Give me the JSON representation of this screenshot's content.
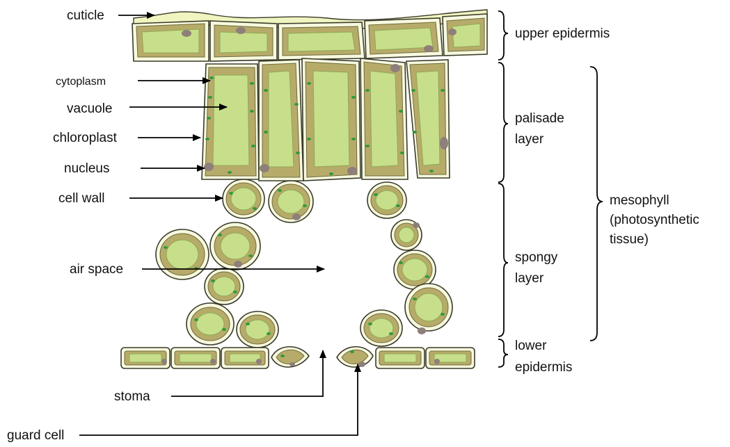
{
  "labels": {
    "cuticle": "cuticle",
    "cytoplasm": "cytoplasm",
    "vacuole": "vacuole",
    "chloroplast": "chloroplast",
    "nucleus": "nucleus",
    "cell_wall": "cell wall",
    "air_space": "air space",
    "stoma": "stoma",
    "guard_cell": "guard cell"
  },
  "regions": {
    "upper_epidermis": "upper epidermis",
    "palisade_line1": "palisade",
    "palisade_line2": "layer",
    "spongy_line1": "spongy",
    "spongy_line2": "layer",
    "lower_line1": "lower",
    "lower_line2": "epidermis",
    "mesophyll_line1": "mesophyll",
    "mesophyll_line2": "(photosynthetic",
    "mesophyll_line3": "tissue)"
  },
  "colors": {
    "cell_wall": "#f7f9df",
    "cytoplasm": "#b7ab6a",
    "vacuole": "#c7df8a",
    "chloroplast": "#2f9a3a",
    "nucleus": "#8e7f7a"
  }
}
